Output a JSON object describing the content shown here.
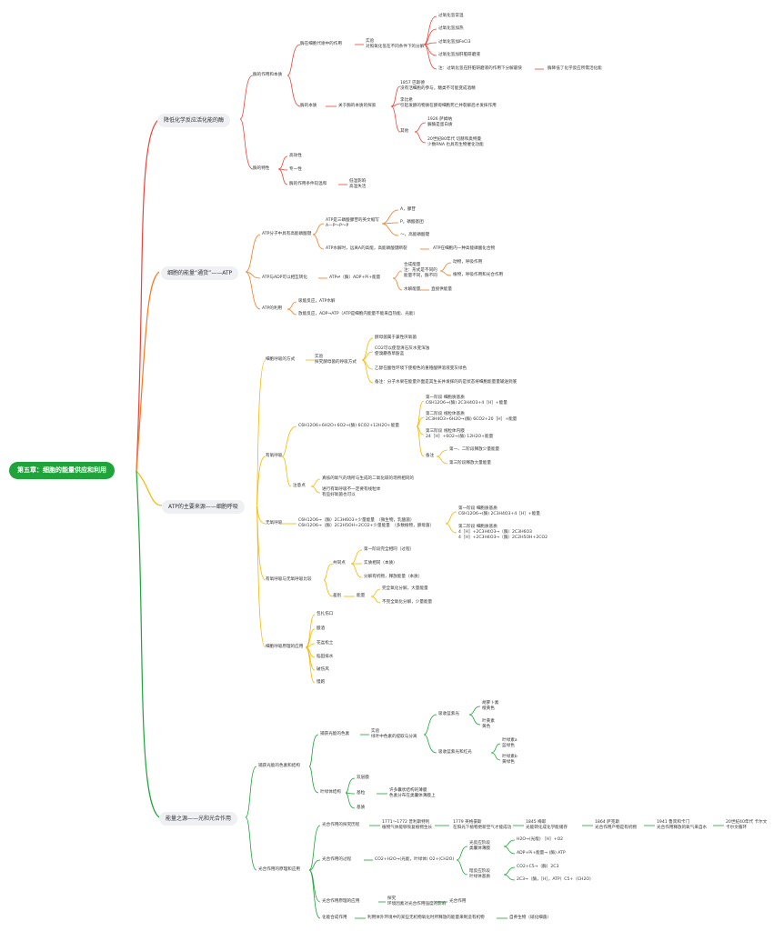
{
  "root": "第五章：细胞的能量供应和利用",
  "colors": {
    "red": "#e8453c",
    "orange": "#f47a20",
    "yellow": "#f5b800",
    "green": "#1fa33a",
    "root_bg": "#1fa33a"
  },
  "b1": {
    "title": "降低化学反应活化能的酶",
    "c1": "酶的作用和本质",
    "c1a": "酶在细胞代谢中的作用",
    "c1a_exp": "实验\n对照氧化氢在不同条件下的分解",
    "c1a_items": [
      "过氧化氢常温",
      "过氧化氢加热",
      "过氧化氢加FeCl3",
      "过氧化氢加肝脏研磨液"
    ],
    "c1a_note": "注：过氧化氢在肝脏研磨液的作用下分解最快",
    "c1a_note2": "酶降低了化学反应所需活化能",
    "c1b": "酶的本质",
    "c1b_hist": "关于酶的本质的探索",
    "c1b_h1": "1857 巴斯德\n没有活细胞的参与，糖类不可能变成酒精",
    "c1b_h2": "李比希\n引起发酵的物质在酵母细胞死亡并裂解后才发挥作用",
    "c1b_other": "其他",
    "c1b_o1": "1926 萨姆纳\n脲酶是蛋白质",
    "c1b_o2": "20世纪80年代 切赫和奥特曼\n少数RNA 也具有生物催化功能",
    "c2": "酶的特性",
    "c2_items": [
      "高效性",
      "专一性"
    ],
    "c2c": "酶的作用条件较温和",
    "c2c_sub": "低温影响\n高温失活"
  },
  "b2": {
    "title": "细胞的能量“通货”——ATP",
    "c1": "ATP分子中具有高能磷酸键",
    "c1a": "ATP是三磷酸腺苷的英文缩写\nA—P～P～P",
    "c1a_items": [
      "A，腺苷",
      "P，磷酸基团",
      "～，高能磷酸键"
    ],
    "c1b": "ATP水解时，远离A的高能，高能磷酸键断裂",
    "c1b_r": "ATP在细胞内一种高能磷酸化合物",
    "c2": "ATP与ADP可以相互转化",
    "c2a": "ATP⇌（酶）ADP+Pi+能量",
    "c2a1": "合成能量\n注：形式是不同的\n能量不同，酶不同",
    "c2a1a": "动物，呼吸作用",
    "c2a1b": "植物，呼吸作用和光合作用",
    "c2a2": "水解能量",
    "c2a2r": "直接供能量",
    "c3": "ATP的利用",
    "c3_items": [
      "吸能反应，ATP水解",
      "放能反应，ADP→ATP（ATP是细胞内能量不能来自热能、光能）"
    ]
  },
  "b3": {
    "title": "ATP的主要来源——细胞呼吸",
    "c1": "细胞呼吸的方式",
    "c1a": "实验\n探究酵母菌的呼吸方式",
    "c1a_items": [
      "酵母菌属于兼性厌氧菌",
      "CO2可以使澄清石灰水变浑浊\n使溴麝香草酚蓝",
      "乙醇在酸性环境下使橙色的重铬酸钾溶液变灰绿色",
      "备注：分子水果在能量外面是其生长并发挥的的是状态将细胞能量量输送到底"
    ],
    "c2": "有氧呼吸",
    "c2a": "C6H12O6+6H2O+6O2→(酶) 6CO2+12H2O+能量",
    "c2a_s": [
      "第一阶段 细胞质基质\nC6H12O6→(酶) 2C3H4O3+4［H］+能量",
      "第二阶段 线粒体基质\n2C3H4O3+6H2O→(酶) 6CO2+20［H］+能量",
      "第三阶段 线粒体内膜\n24［H］+6O2→(酶) 12H2O+能量"
    ],
    "c2a_note": "备注",
    "c2a_note_items": [
      "第一、二阶段释放少量能量",
      "第三阶段释放大量能量"
    ],
    "c2b": "注意点",
    "c2b_items": [
      "真核的氧气的场所与生成的二氧化碳的场所相同的",
      "进行有氧呼吸不一定要有线粒体\n有些好氧菌也可以"
    ],
    "c3": "无氧呼吸",
    "c3a": "C6H12O6→（酶）2C3H6O3+少量能量　（微生物，乳酸菌）\nC6H12O6→（酶）2C2H5OH+2CO2+少量能量　（多数植物，酵母菌）",
    "c3a_s": [
      "第一阶段 细胞质基质\nC6H12O6→(酶) 2C3H4O3+4［H］+能量",
      "第二阶段 细胞质基质\n4［H］+2C3H4O3→（酶）2C3H6O3\n4［H］+2C3H4O3→（酶）2C2H5OH+2CO2"
    ],
    "c4": "有氧呼吸与无氧呼吸比较",
    "c4a": "共同点",
    "c4a_items": [
      "第一阶段完全相同（过程）",
      "实质相同（本质）",
      "分解有机物，释放能量（本质）"
    ],
    "c4b": "差别",
    "c4b1": "能量",
    "c4b1_items": [
      "完全氧化分解，大量能量",
      "不完全氧化分解，少量能量"
    ],
    "c5": "细胞呼吸原理的应用",
    "c5_items": [
      "包扎伤口",
      "酿酒",
      "花盆松土",
      "稻田排水",
      "破伤风",
      "慢跑"
    ]
  },
  "b4": {
    "title": "能量之源——光和光合作用",
    "c1": "捕获光能的色素和结构",
    "c1a": "捕获光能的色素",
    "c1a_exp": "实验\n绿叶中色素的提取与分离",
    "c1a_g1": "吸收蓝紫光",
    "c1a_g1_items": [
      "胡萝卜素\n橙黄色",
      "叶黄素\n黄色"
    ],
    "c1a_g2": "吸收蓝紫光和红光",
    "c1a_g2_items": [
      "叶绿素a\n蓝绿色",
      "叶绿素b\n黄绿色"
    ],
    "c1b": "叶绿体结构",
    "c1b_items": [
      "双层膜",
      "基粒",
      "基质"
    ],
    "c1b_sub": "许多囊状结构的薄膜\n色素分布在类囊体薄膜上",
    "c2": "光合作用的原理和应用",
    "c2a": "光合作用的探究历程",
    "c2a_items": [
      "1771～1772 普利斯特利\n植物气体能够恢复植物生长",
      "1779 英格豪斯\n在阳光下植物更新空气才能成功",
      "1845 梅耶\n光能转化成化学能储存",
      "1864 萨克斯\n光合作用产物是有机物",
      "1941 鲁宾和卡门\n光合作用释放的氧气来自水",
      "20世纪40年代 卡尔文\n卡尔文循环"
    ],
    "c2b": "光合作用的过程",
    "c2b_eq": "CO2+H2O→(光能，叶绿体) O2+(CH2O)",
    "c2b_s1": "光反应阶段\n类囊体薄膜",
    "c2b_s1_items": [
      "H2O→(光能) ［H］+O2",
      "ADP+Pi+能量→ (酶) ATP"
    ],
    "c2b_s2": "暗反应阶段\n叶绿体基质",
    "c2b_s2_items": [
      "CO2+C5→（酶）2C3",
      "2C3→（酶，［H］，ATP）C5+（CH2O）"
    ],
    "c2c": "光合作用原理的应用",
    "c2c_sub": "探究\n环境因素对光合作用强度的影响",
    "c2c_r": "光合作用",
    "c2d": "化能合成作用",
    "c2d_sub": "利用体外环境中的某些无机物氧化时所释放的能量来制造有机物",
    "c2d_r": "自养生物（硝化细菌）"
  }
}
